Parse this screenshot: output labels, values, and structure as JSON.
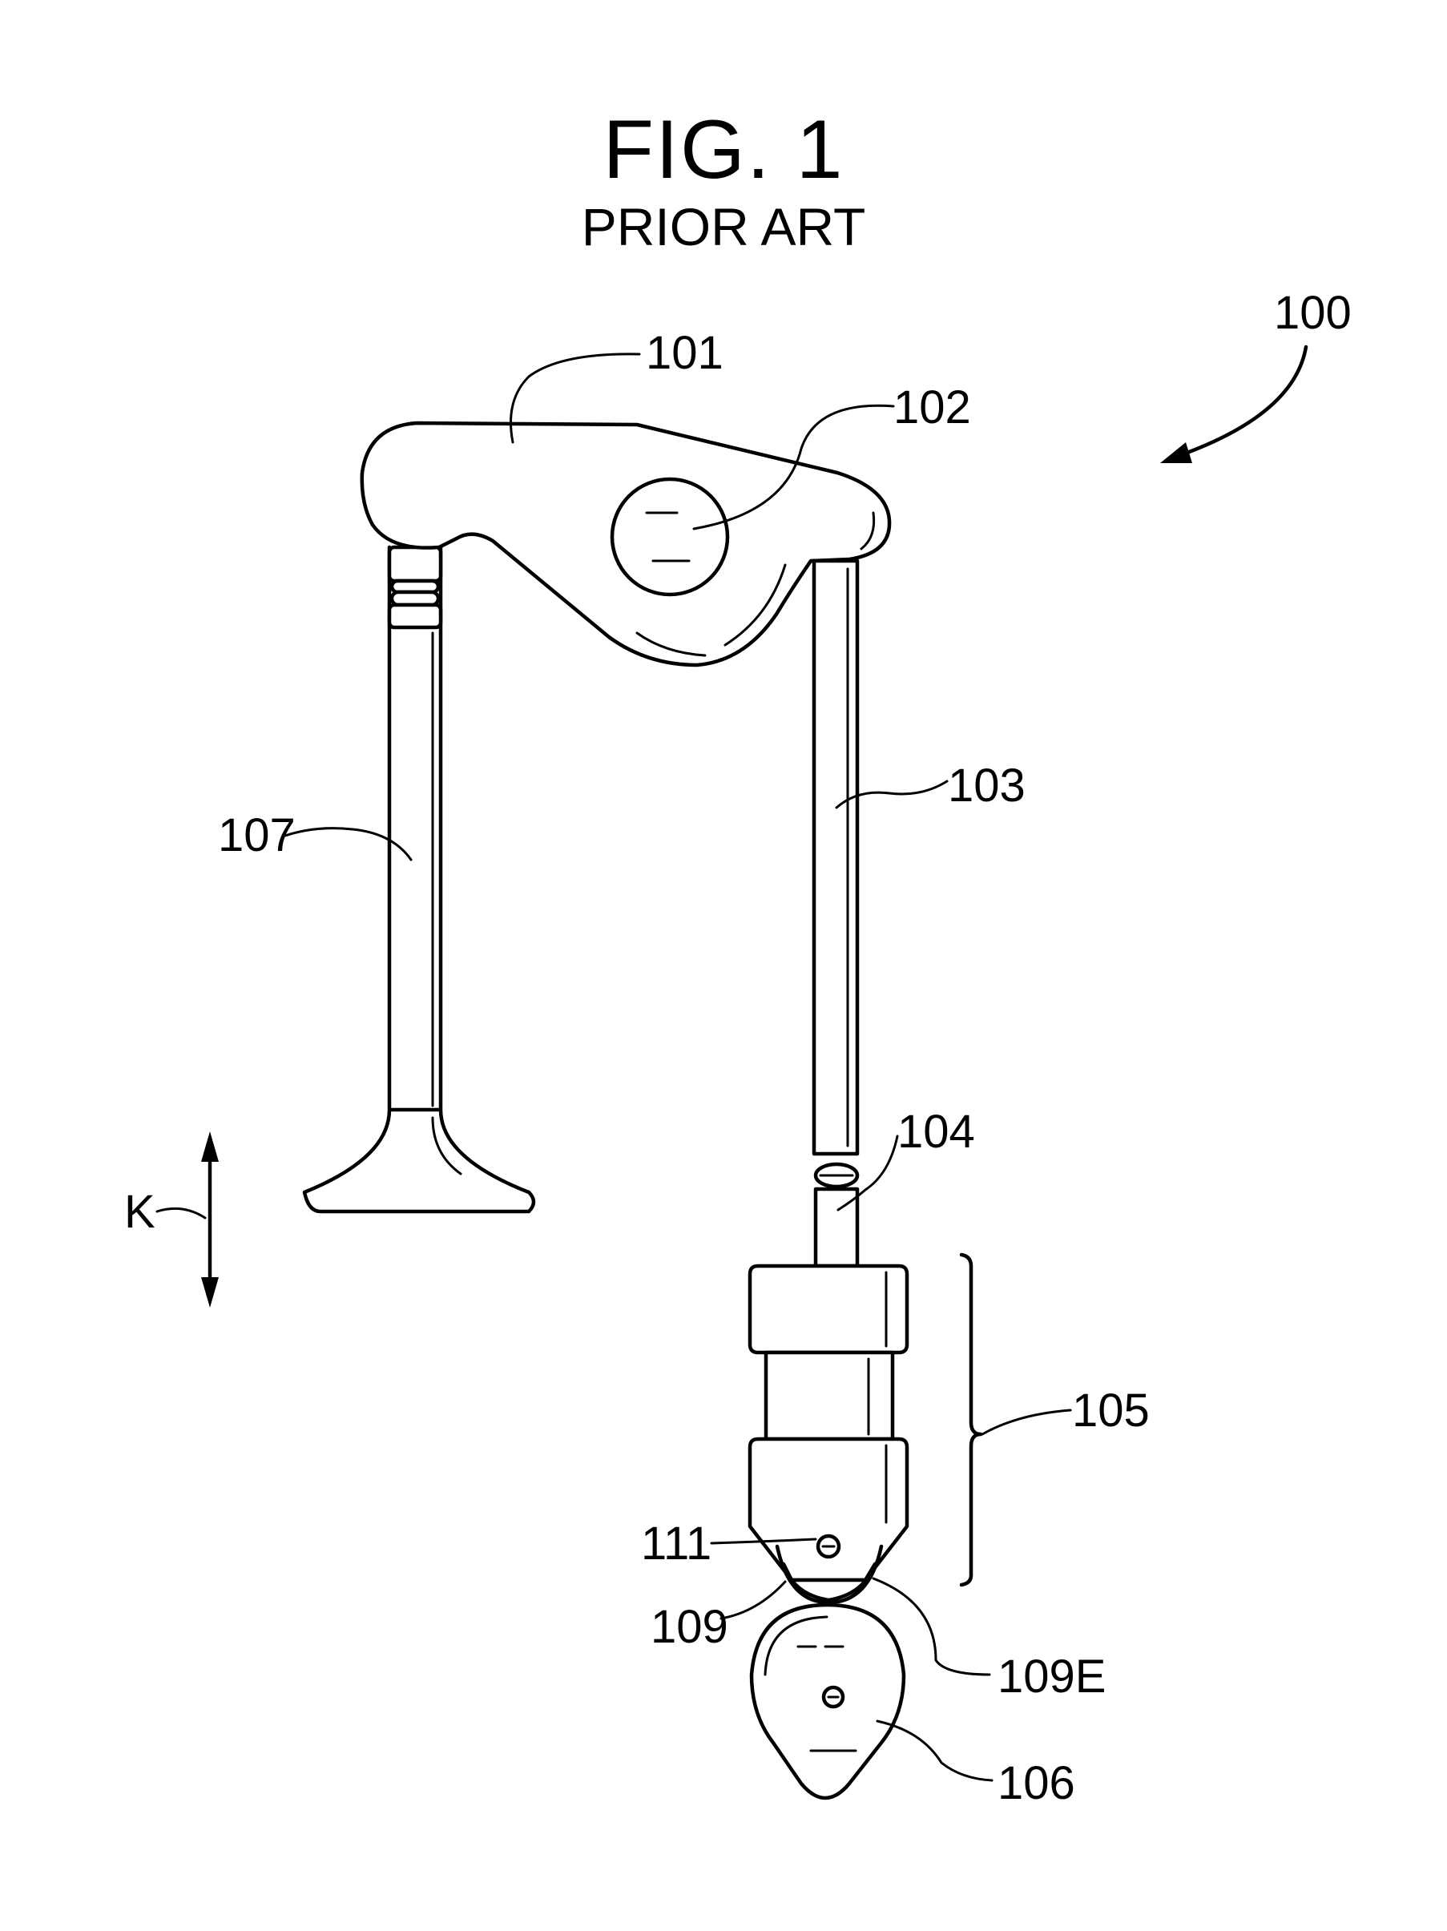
{
  "figure": {
    "title": "FIG. 1",
    "subtitle": "PRIOR ART"
  },
  "labels": {
    "assembly": "100",
    "rocker_arm": "101",
    "pivot": "102",
    "push_rod": "103",
    "socket": "104",
    "lifter": "105",
    "cam": "106",
    "valve": "107",
    "roller": "109",
    "roller_edge": "109E",
    "axle": "111",
    "motion_axis": "K"
  }
}
